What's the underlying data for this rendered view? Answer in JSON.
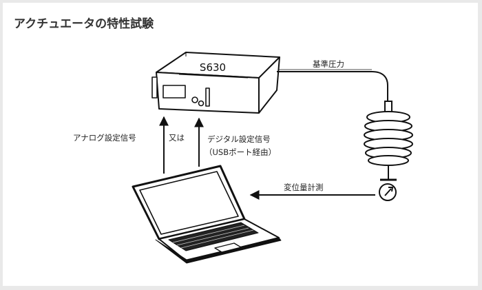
{
  "title": "アクチュエータの特性試験",
  "device": {
    "model": "S630"
  },
  "labels": {
    "reference_pressure": "基準圧力",
    "analog_signal": "アナログ設定信号",
    "or": "又は",
    "digital_signal_line1": "デジタル設定信号",
    "digital_signal_line2": "（USBポート経由）",
    "displacement": "変位量計測"
  },
  "colors": {
    "background": "#e9e9e9",
    "panel": "#ffffff",
    "stroke": "#111111",
    "text": "#222222"
  }
}
